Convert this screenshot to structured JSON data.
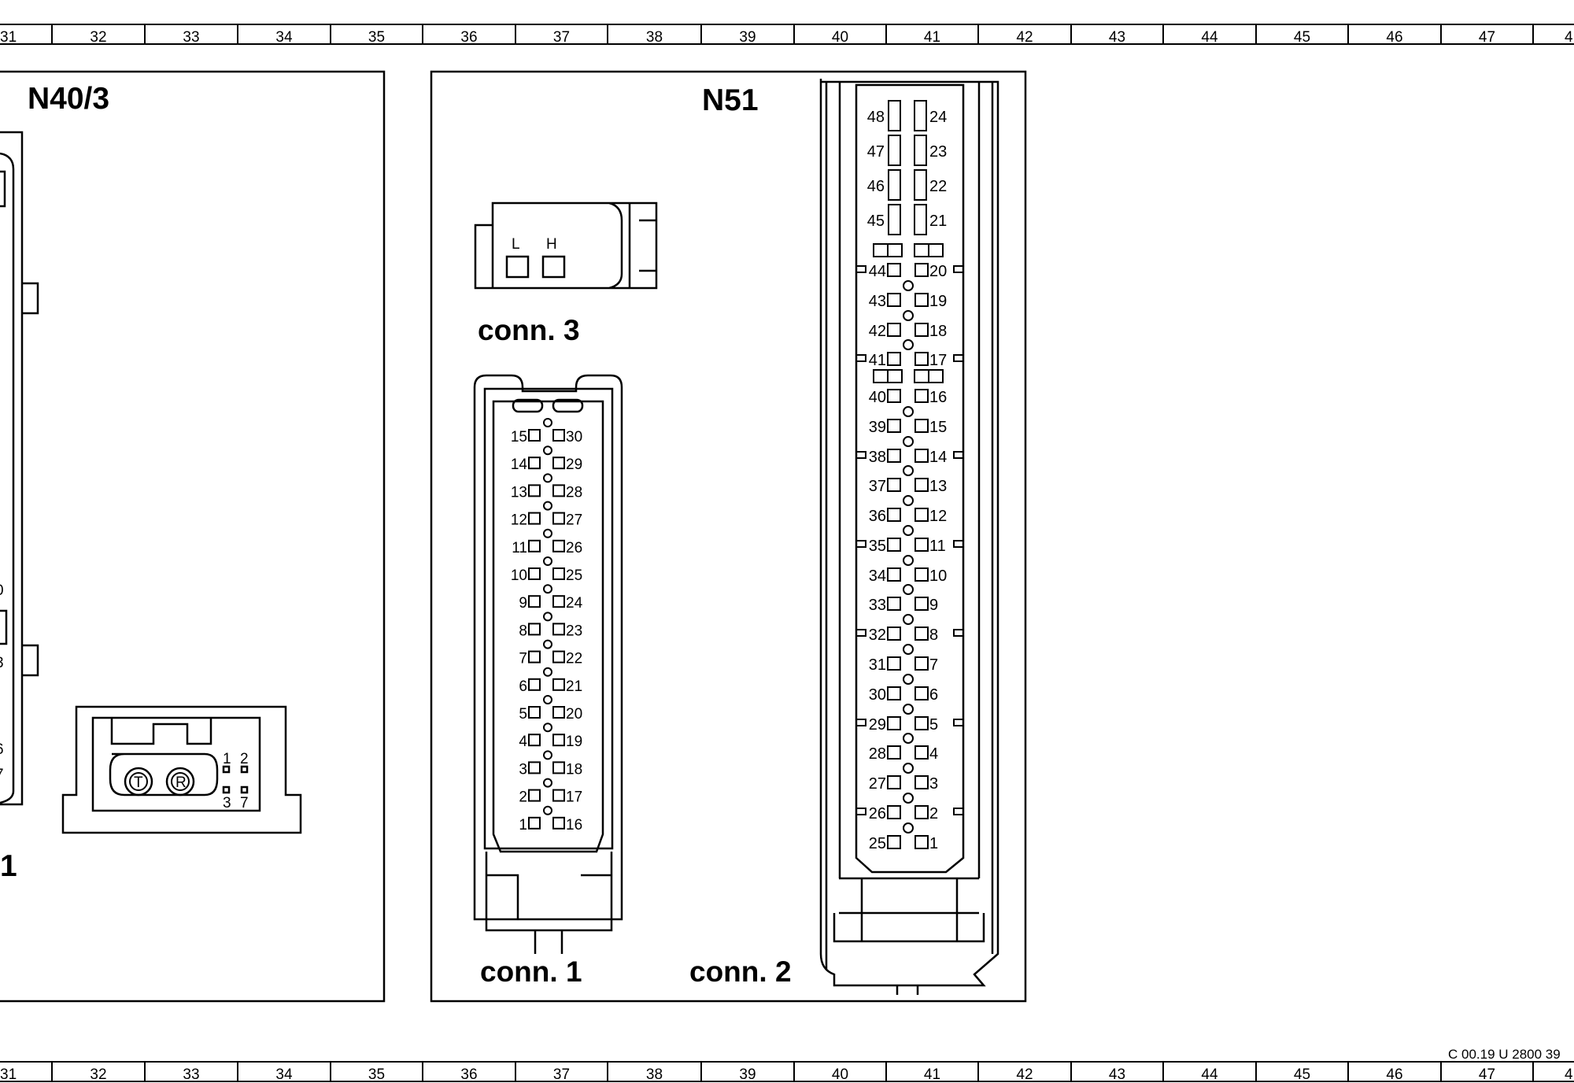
{
  "ruler": {
    "first_partial": "31",
    "numbers": [
      "32",
      "33",
      "34",
      "35",
      "36",
      "37",
      "38",
      "39",
      "40",
      "41",
      "42",
      "43",
      "44",
      "45",
      "46",
      "47"
    ],
    "last_partial": "4"
  },
  "left_panel": {
    "title": "N40/3",
    "partial_label": "1",
    "partial_pins": [
      "0",
      "3",
      "6",
      "7"
    ],
    "connector": {
      "contacts": [
        "T",
        "R"
      ],
      "pins_top": [
        "1",
        "2"
      ],
      "pins_bottom": [
        "3",
        "7"
      ]
    }
  },
  "n51_panel": {
    "title": "N51",
    "conn3": {
      "label": "conn. 3",
      "pins": [
        "L",
        "H"
      ]
    },
    "conn1": {
      "label": "conn. 1",
      "left_pins": [
        "15",
        "14",
        "13",
        "12",
        "11",
        "10",
        "9",
        "8",
        "7",
        "6",
        "5",
        "4",
        "3",
        "2",
        "1"
      ],
      "right_pins": [
        "30",
        "29",
        "28",
        "27",
        "26",
        "25",
        "24",
        "23",
        "22",
        "21",
        "20",
        "19",
        "18",
        "17",
        "16"
      ]
    },
    "conn2": {
      "label": "conn. 2",
      "top_left": [
        "48",
        "47",
        "46",
        "45"
      ],
      "top_right": [
        "24",
        "23",
        "22",
        "21"
      ],
      "left_pins": [
        "44",
        "43",
        "42",
        "41",
        "40",
        "39",
        "38",
        "37",
        "36",
        "35",
        "34",
        "33",
        "32",
        "31",
        "30",
        "29",
        "28",
        "27",
        "26",
        "25"
      ],
      "right_pins": [
        "20",
        "19",
        "18",
        "17",
        "16",
        "15",
        "14",
        "13",
        "12",
        "11",
        "10",
        "9",
        "8",
        "7",
        "6",
        "5",
        "4",
        "3",
        "2",
        "1"
      ]
    }
  },
  "footer_ref": "C 00.19 U 2800 39"
}
